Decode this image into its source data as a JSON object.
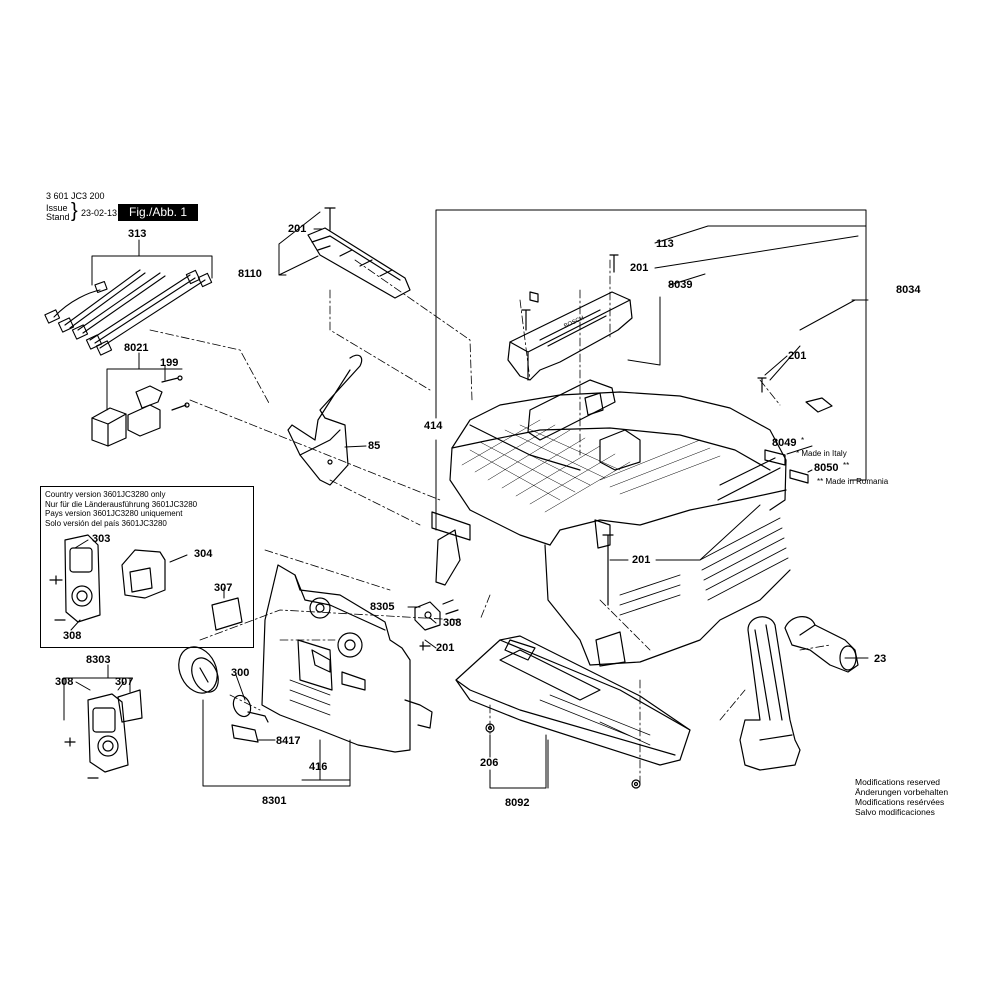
{
  "header": {
    "part_number": "3 601 JC3 200",
    "issue_label_1": "Issue",
    "issue_label_2": "Stand",
    "issue_date": "23-02-13",
    "figure_label": "Fig./Abb. 1"
  },
  "part_labels": {
    "p313": "313",
    "p201_top": "201",
    "p8110": "8110",
    "p113": "113",
    "p201_b": "201",
    "p8039": "8039",
    "p8034": "8034",
    "p8021": "8021",
    "p199": "199",
    "p201_c": "201",
    "p414": "414",
    "p85": "85",
    "p8049": "8049",
    "p8050": "8050",
    "p303": "303",
    "p304": "304",
    "p307_a": "307",
    "p308_a": "308",
    "p201_d": "201",
    "p8305": "8305",
    "p308_b": "308",
    "p201_e": "201",
    "p23": "23",
    "p8303": "8303",
    "p308_c": "308",
    "p307_b": "307",
    "p300": "300",
    "p8417": "8417",
    "p416": "416",
    "p8301": "8301",
    "p206": "206",
    "p8092": "8092"
  },
  "marks": {
    "single_star": "*",
    "double_star": "**"
  },
  "notes": {
    "made_in_italy": "* Made in Italy",
    "made_in_romania": "** Made in Romania"
  },
  "country_version": [
    "Country version 3601JC3280 only",
    "Nur für die Länderausführung 3601JC3280",
    "Pays version 3601JC3280 uniquement",
    "Solo versión del país 3601JC3280"
  ],
  "modifications": [
    "Modifications reserved",
    "Änderungen vorbehalten",
    "Modifications resérvées",
    "Salvo modificaciones"
  ]
}
